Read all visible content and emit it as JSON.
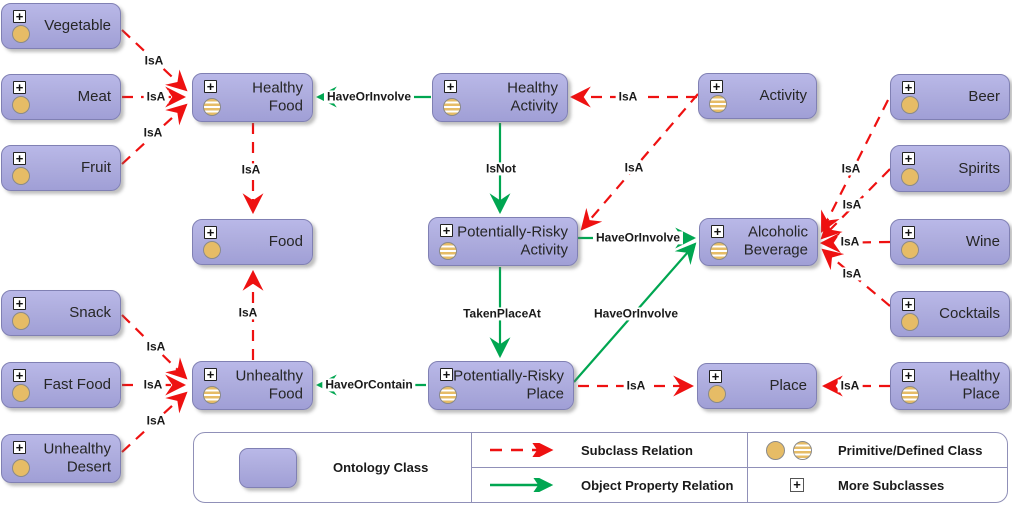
{
  "title": "Food and Activity Ontology Diagram",
  "icons": {
    "more_subclasses": "+"
  },
  "colors": {
    "subclass_relation": "#ee1111",
    "object_property_relation": "#00a651",
    "class_fill": "#aeadde",
    "class_border": "#8080b3",
    "primitive_class_fill": "#e6bc66"
  },
  "nodes": {
    "vegetable": "Vegetable",
    "meat": "Meat",
    "fruit": "Fruit",
    "snack": "Snack",
    "fast_food": "Fast Food",
    "unhealthy_desert": "Unhealthy\nDesert",
    "healthy_food": "Healthy\nFood",
    "food": "Food",
    "unhealthy_food": "Unhealthy\nFood",
    "healthy_activity": "Healthy\nActivity",
    "potentially_risky_activity": "Potentially-Risky\nActivity",
    "potentially_risky_place": "Potentially-Risky\nPlace",
    "activity": "Activity",
    "alcoholic_beverage": "Alcoholic\nBeverage",
    "place": "Place",
    "beer": "Beer",
    "spirits": "Spirits",
    "wine": "Wine",
    "cocktails": "Cocktails",
    "healthy_place": "Healthy\nPlace"
  },
  "relations": {
    "isa": "IsA",
    "isnot": "IsNot",
    "have_or_involve": "HaveOrInvolve",
    "have_or_contain": "HaveOrContain",
    "taken_place_at": "TakenPlaceAt"
  },
  "legend": {
    "ontology_class": "Ontology Class",
    "subclass_relation": "Subclass Relation",
    "object_property_relation": "Object Property Relation",
    "primitive_defined_class": "Primitive/Defined Class",
    "more_subclasses": "More Subclasses"
  }
}
